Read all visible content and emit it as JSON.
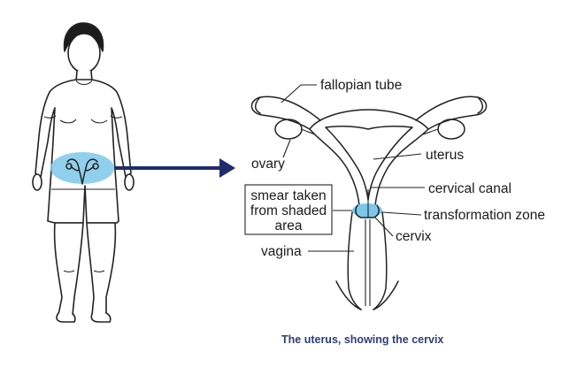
{
  "labels": {
    "fallopian_tube": "fallopian tube",
    "ovary": "ovary",
    "uterus": "uterus",
    "cervical_canal": "cervical canal",
    "transformation_zone": "transformation zone",
    "cervix": "cervix",
    "vagina": "vagina",
    "smear_line1": "smear taken",
    "smear_line2": "from shaded",
    "smear_line3": "area"
  },
  "caption": "The uterus, showing the cervix",
  "colors": {
    "highlight": "#7cc8ea",
    "arrow": "#1f2d6b",
    "caption": "#2f3d78",
    "outline": "#222222"
  }
}
